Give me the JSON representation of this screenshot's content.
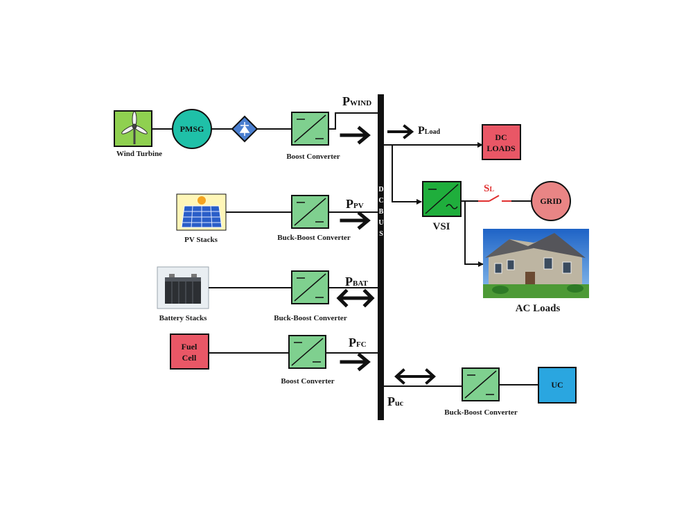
{
  "labels": {
    "wind_turbine": "Wind Turbine",
    "pmsg": "PMSG",
    "boost_converter_wind": "Boost Converter",
    "pv_stacks": "PV Stacks",
    "buck_boost_pv": "Buck-Boost Converter",
    "battery_stacks": "Battery Stacks",
    "buck_boost_bat": "Buck-Boost Converter",
    "fuel_cell_line1": "Fuel",
    "fuel_cell_line2": "Cell",
    "boost_converter_fc": "Boost Converter",
    "dc_loads_line1": "DC",
    "dc_loads_line2": "LOADS",
    "vsi": "VSI",
    "switch": "S",
    "switch_sub": "L",
    "grid": "GRID",
    "ac_loads": "AC Loads",
    "uc": "UC",
    "buck_boost_uc": "Buck-Boost Converter",
    "dc_bus": [
      "D",
      "C",
      "B",
      "U",
      "S"
    ]
  },
  "powers": {
    "wind": {
      "main": "P",
      "sub": "WIND"
    },
    "load": {
      "main": "P",
      "sub": "Load"
    },
    "pv": {
      "main": "P",
      "sub": "PV"
    },
    "bat": {
      "main": "P",
      "sub": "BAT"
    },
    "fc": {
      "main": "P",
      "sub": "FC"
    },
    "uc": {
      "main": "P",
      "sub": "uc"
    }
  },
  "colors": {
    "converter": "#7fd08f",
    "pmsg": "#1fc0a8",
    "rectifier": "#4a7fd0",
    "dc_loads": "#e95766",
    "fuel_cell": "#e95766",
    "vsi": "#1fae3c",
    "grid": "#e98585",
    "uc": "#2aa6e0",
    "switch": "#e03030",
    "bus": "#111111",
    "wind_bg": "#8fd050"
  }
}
